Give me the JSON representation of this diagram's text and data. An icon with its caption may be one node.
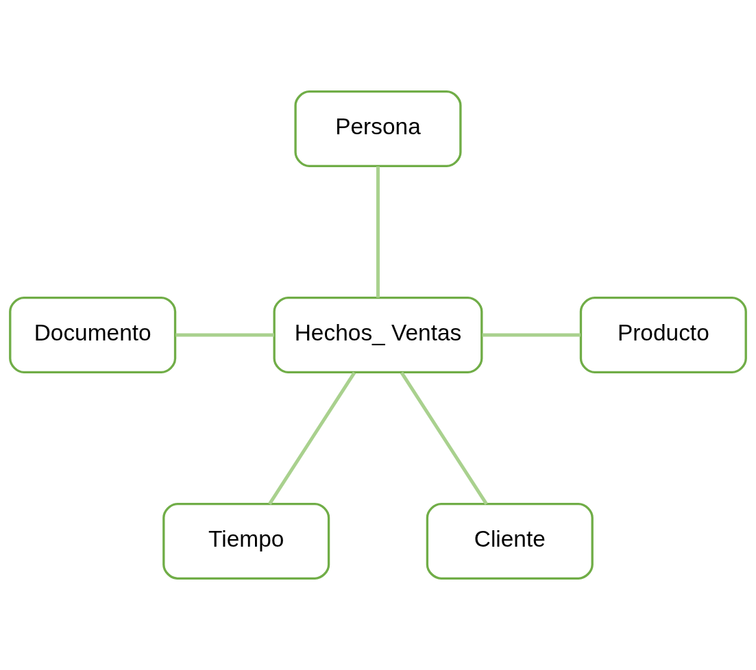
{
  "diagram": {
    "nodes": [
      {
        "text": [
          "Persona"
        ]
      },
      {
        "text": [
          "Documento"
        ]
      },
      {
        "text": [
          "Hechos_ Ventas"
        ]
      },
      {
        "text": [
          "Producto"
        ]
      },
      {
        "text": [
          "Tiempo"
        ]
      },
      {
        "text": [
          "Cliente"
        ]
      }
    ],
    "edges": [
      {
        "from": 0,
        "to": 2,
        "arrow": "none"
      },
      {
        "from": 1,
        "to": 2,
        "arrow": "none"
      },
      {
        "from": 2,
        "to": 3,
        "arrow": "none"
      },
      {
        "from": 2,
        "to": 4,
        "arrow": "none"
      },
      {
        "from": 2,
        "to": 5,
        "arrow": "none"
      }
    ]
  }
}
